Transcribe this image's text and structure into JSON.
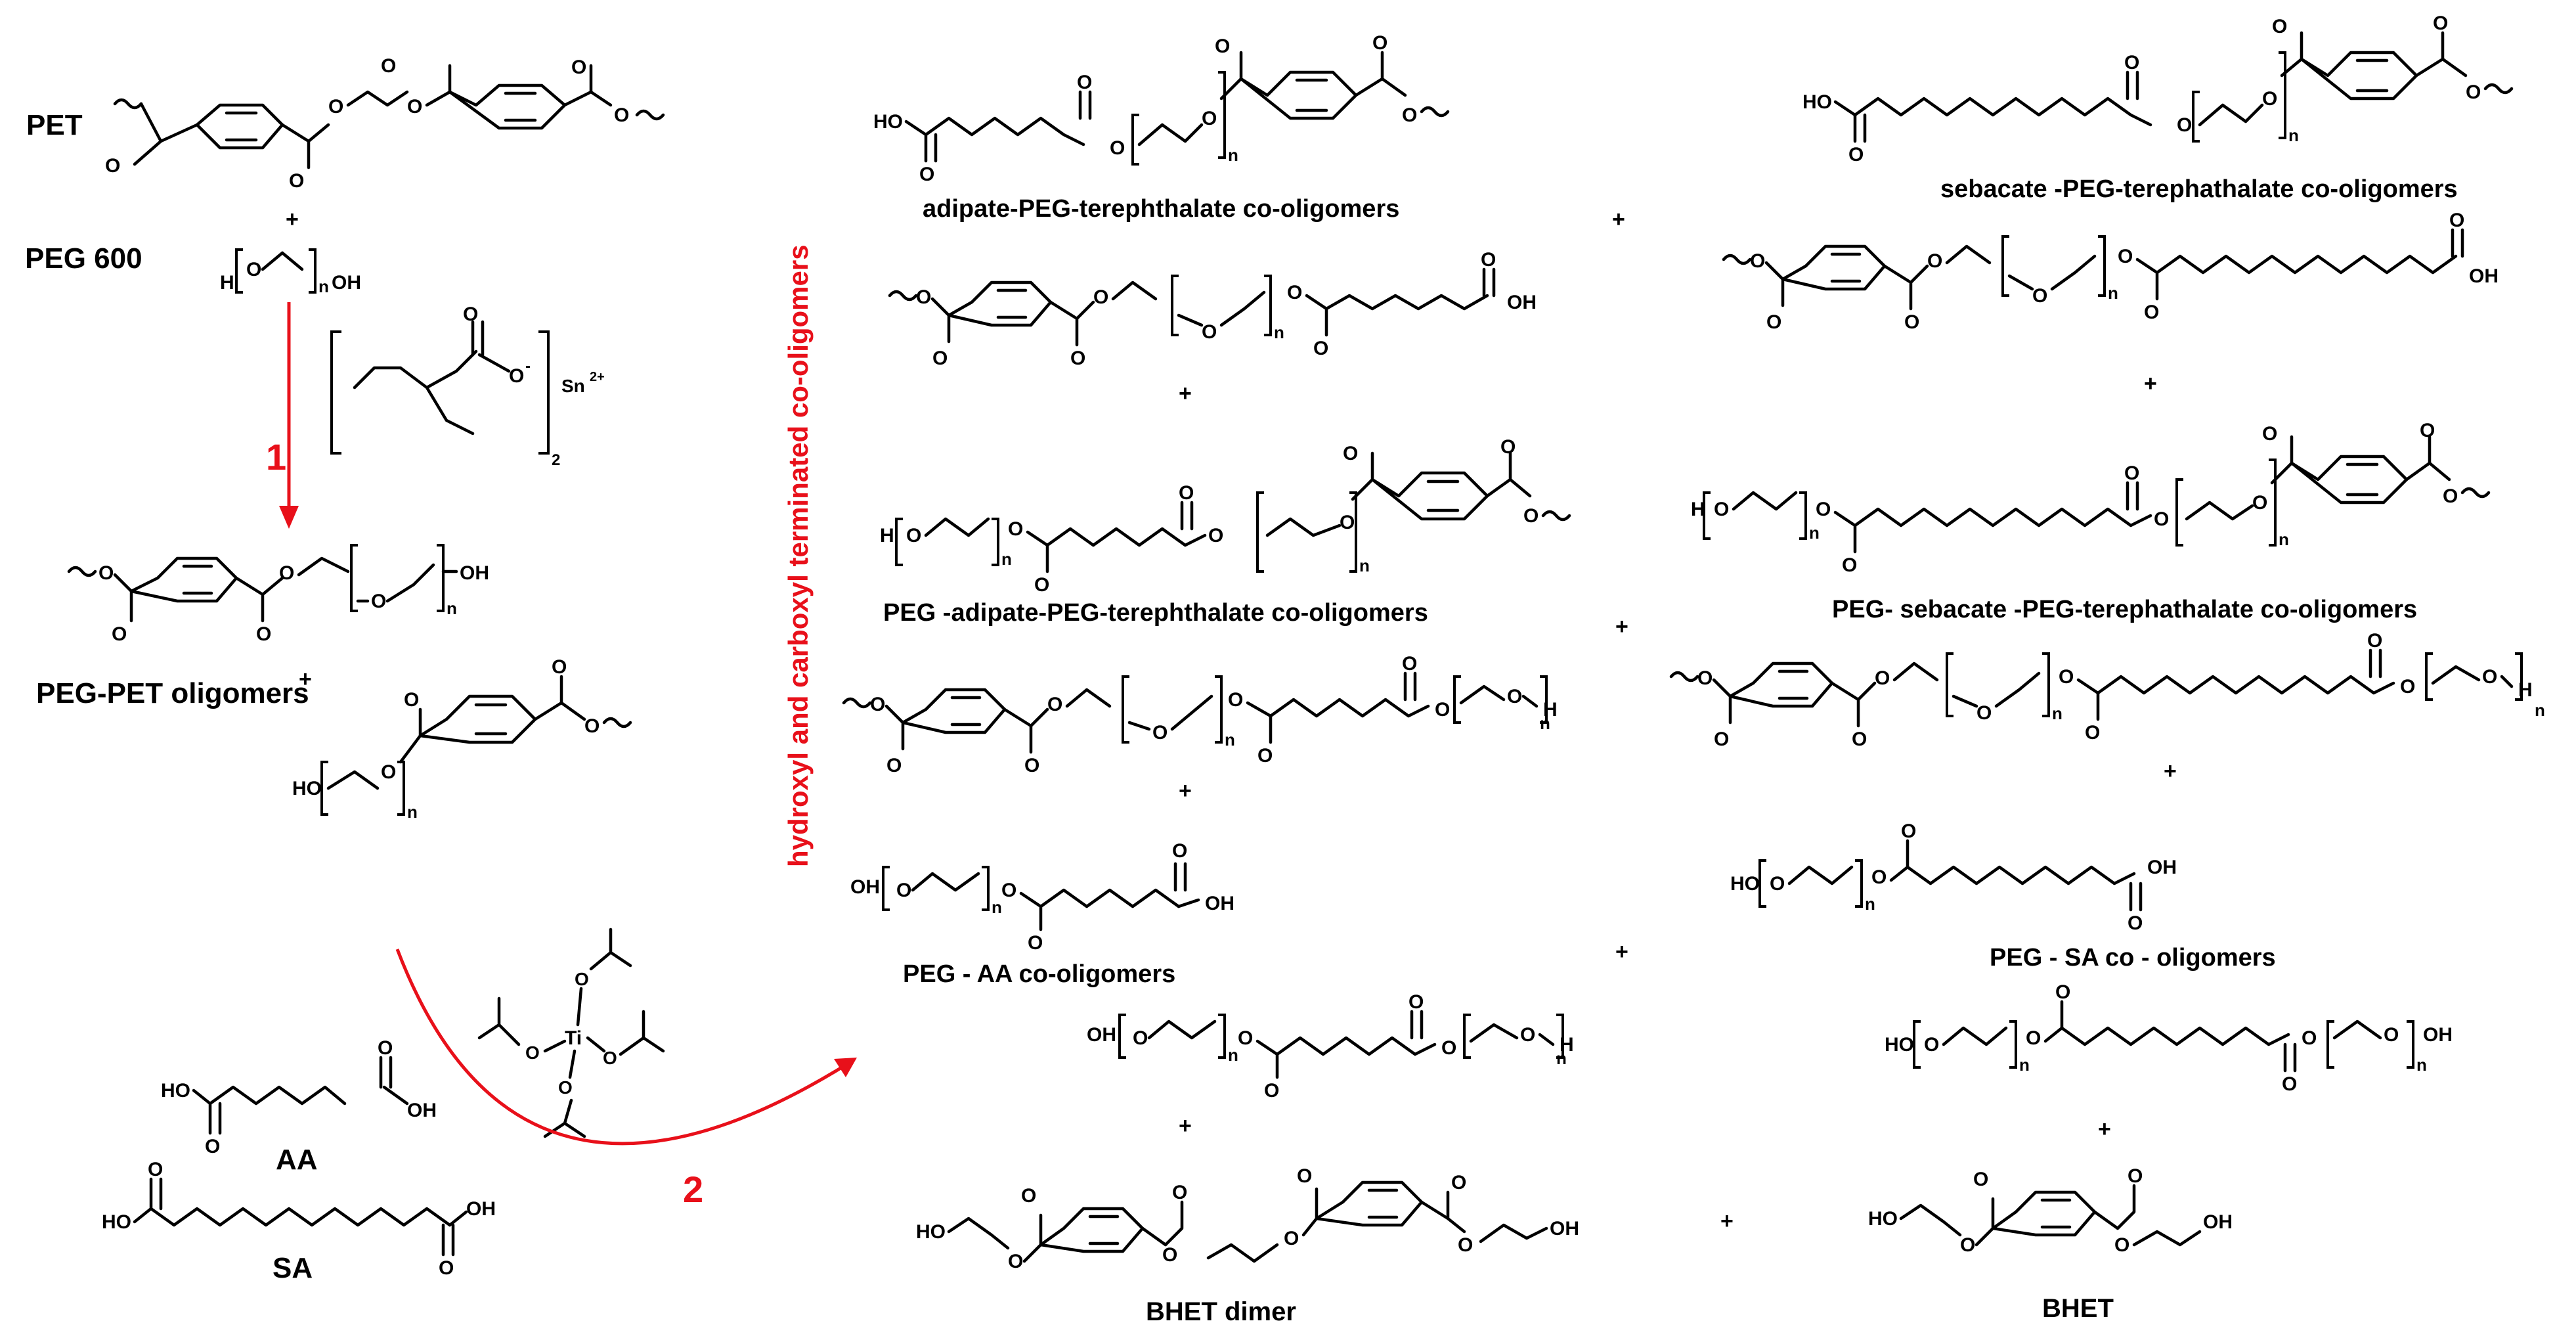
{
  "labels": {
    "pet": "PET",
    "peg600": "PEG 600",
    "peg_pet": "PEG-PET oligomers",
    "aa": "AA",
    "sa": "SA",
    "step1": "1",
    "step2": "2",
    "vertical": "hydroxyl and carboxyl terminated co-oligomers",
    "adipate_peg_tph": "adipate-PEG-terephthalate co-oligomers",
    "peg_adipate_peg_tph": "PEG -adipate-PEG-terephthalate co-oligomers",
    "peg_aa": "PEG - AA co-oligomers",
    "bhet_dimer": "BHET dimer",
    "sebacate_peg_tph": "sebacate -PEG-terephathalate co-oligomers",
    "peg_sebacate_peg_tph": "PEG- sebacate -PEG-terephathalate co-oligomers",
    "peg_sa": "PEG - SA co - oligomers",
    "bhet": "BHET"
  },
  "atoms": {
    "oh": "OH",
    "ho": "HO",
    "o": "O",
    "h": "H",
    "n": "n",
    "ti": "Ti",
    "sn": "Sn",
    "sn_charge": "2+",
    "o_minus": "O",
    "minus": "-",
    "two": "2"
  },
  "signs": {
    "plus": "+"
  },
  "colors": {
    "red": "#e8101a",
    "black": "#000000"
  }
}
